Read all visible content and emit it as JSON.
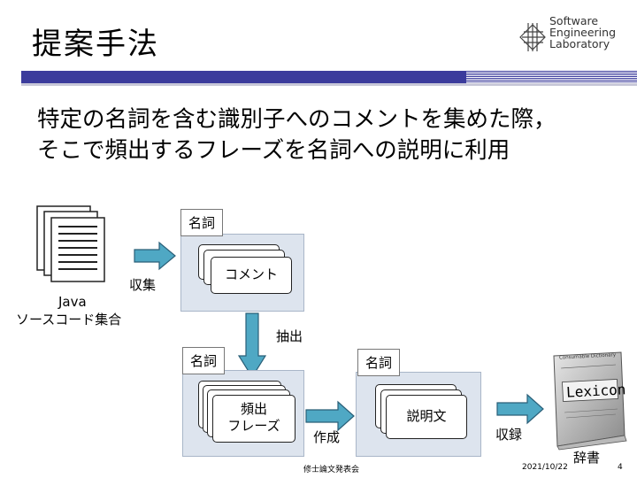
{
  "slide": {
    "title": "提案手法",
    "lead_line1": "特定の名詞を含む識別子へのコメントを集めた際，",
    "lead_line2": "そこで頻出するフレーズを名詞への説明に利用"
  },
  "logo": {
    "line1": "Software",
    "line2": "Engineering",
    "line3": "Laboratory"
  },
  "diagram": {
    "source_label_1": "Java",
    "source_label_2": "ソースコード集合",
    "collect_label": "収集",
    "noun_label": "名詞",
    "comment_label": "コメント",
    "extract_label": "抽出",
    "frequent_phrase_1": "頻出",
    "frequent_phrase_2": "フレーズ",
    "create_label": "作成",
    "description_label": "説明文",
    "record_label": "収録",
    "dictionary_label": "辞書",
    "book_title": "Lexicon",
    "book_header": "Consumable Dictionary"
  },
  "footer": {
    "event": "修士論文発表会",
    "date": "2021/10/22",
    "page": "4"
  },
  "colors": {
    "accent": "#3b3b9c",
    "area_fill": "#dde4ee",
    "arrow_fill": "#4fa8c4"
  }
}
